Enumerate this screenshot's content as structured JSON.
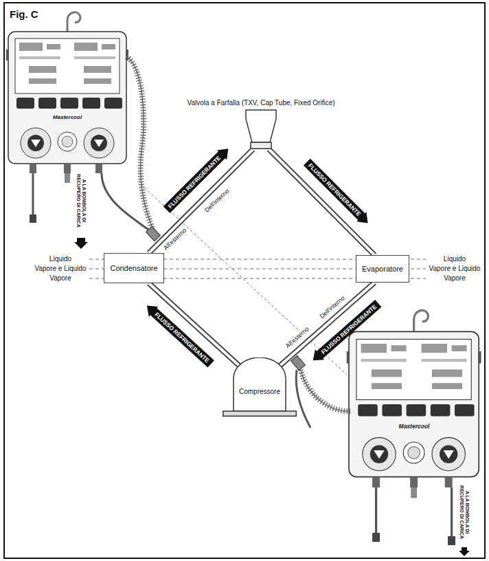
{
  "diagram": {
    "nodes": [
      {
        "text": [
          "Valvola a Farfalla (TXV, Cap Tube, Fixed Orifice)"
        ]
      },
      {
        "text": [
          "Condensatore"
        ]
      },
      {
        "text": [
          "Evaporatore"
        ]
      },
      {
        "text": [
          "Compressore"
        ]
      }
    ],
    "edges": [
      {
        "from": 1,
        "to": 0,
        "arrow": "to",
        "label": "FLUSSO REFRIGERANTE"
      },
      {
        "from": 0,
        "to": 2,
        "arrow": "to",
        "label": "FLUSSO REFRIGERANTE"
      },
      {
        "from": 2,
        "to": 3,
        "arrow": "to",
        "label": "FLUSSO REFRIGERANTE"
      },
      {
        "from": 3,
        "to": 1,
        "arrow": "to",
        "label": "FLUSSO REFRIGERANTE"
      }
    ],
    "labels": [
      "Fig. C",
      "A LA BOMBOLA DI RECUPERO DI CARICA",
      "Mastercool",
      "Liquido",
      "Vapore e Liquido",
      "Vapore",
      "Liquido",
      "Vapore e Liquido",
      "Vapore",
      "All'esterno",
      "Dell'interno",
      "Dell'interno",
      "All'esterno",
      "Mastercool",
      "A LA BOMBOLA DI RECUPERO DI CARICA"
    ]
  }
}
